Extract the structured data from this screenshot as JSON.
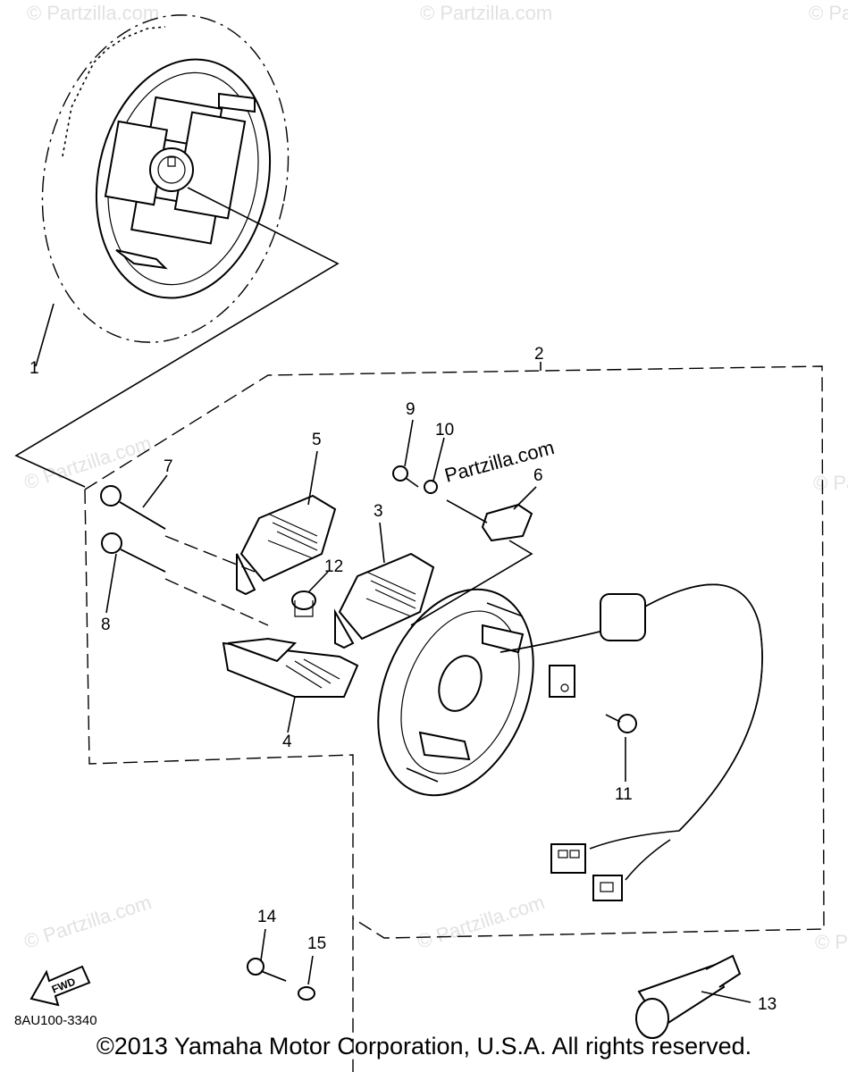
{
  "watermark": "© Partzilla.com",
  "site_label": "Partzilla.com",
  "diagram_code": "8AU100-3340",
  "fwd_label": "FWD",
  "copyright": "©2013 Yamaha Motor Corporation, U.S.A. All rights reserved.",
  "callouts": [
    "1",
    "2",
    "3",
    "4",
    "5",
    "6",
    "7",
    "8",
    "9",
    "10",
    "11",
    "12",
    "13",
    "14",
    "15"
  ]
}
